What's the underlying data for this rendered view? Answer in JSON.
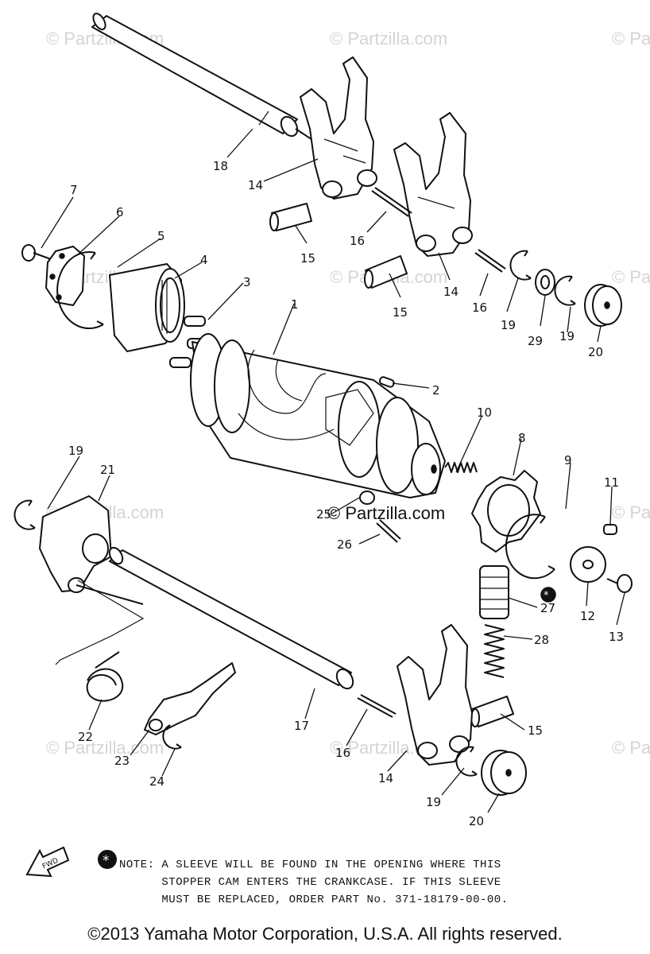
{
  "watermark_text": "© Partzilla.com",
  "center_watermark_text": "© Partzilla.com",
  "part_labels": {
    "p1": "1",
    "p2": "2",
    "p3": "3",
    "p4": "4",
    "p5": "5",
    "p6": "6",
    "p7": "7",
    "p8": "8",
    "p9": "9",
    "p10": "10",
    "p11": "11",
    "p12": "12",
    "p13": "13",
    "p14a": "14",
    "p14b": "14",
    "p14c": "14",
    "p15a": "15",
    "p15b": "15",
    "p15c": "15",
    "p16a": "16",
    "p16b": "16",
    "p16c": "16",
    "p17": "17",
    "p18": "18",
    "p19a": "19",
    "p19b": "19",
    "p19c": "19",
    "p19d": "19",
    "p20a": "20",
    "p20b": "20",
    "p21": "21",
    "p22": "22",
    "p23": "23",
    "p24": "24",
    "p25": "25",
    "p26": "26",
    "p27": "27",
    "p28": "28",
    "p29": "29"
  },
  "fwd_label": "FWD",
  "note": {
    "prefix": "NOTE:",
    "line1": "NOTE: A SLEEVE WILL BE FOUND IN THE OPENING WHERE THIS",
    "line2": "      STOPPER CAM ENTERS THE CRANKCASE. IF THIS SLEEVE",
    "line3": "      MUST BE REPLACED, ORDER PART No. 371-18179-00-00."
  },
  "footer": "©2013 Yamaha Motor Corporation, U.S.A. All rights reserved."
}
